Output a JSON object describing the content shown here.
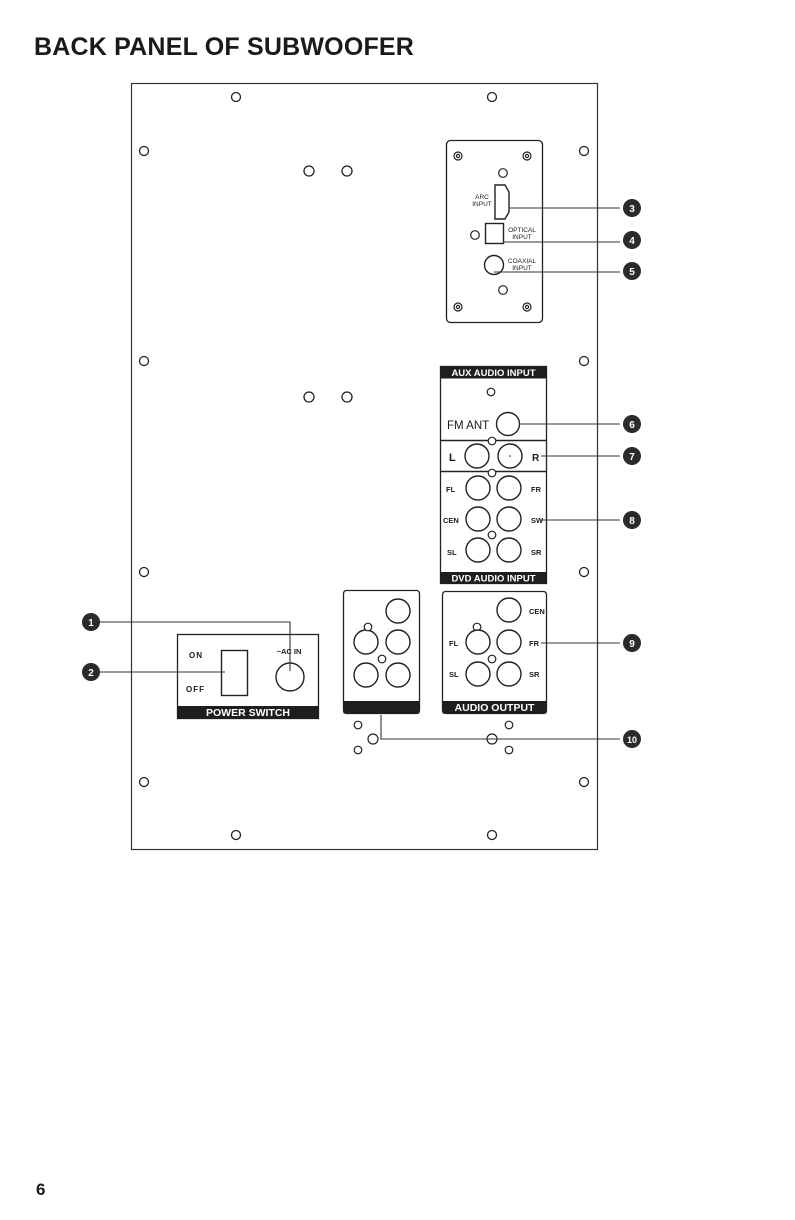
{
  "title": "BACK PANEL OF SUBWOOFER",
  "page_number": "6",
  "colors": {
    "ink": "#1a1a1a",
    "line": "#333333",
    "bubble": "#2b2b2b",
    "bubble_text": "#ffffff"
  },
  "hdmi_panel": {
    "arc_label_1": "ARC",
    "arc_label_2": "INPUT",
    "optical_label_1": "OPTICAL",
    "optical_label_2": "INPUT",
    "coaxial_label_1": "COAXIAL",
    "coaxial_label_2": "INPUT"
  },
  "aux_panel": {
    "header": "AUX AUDIO INPUT",
    "fm_label": "FM  ANT",
    "left_label": "L",
    "right_label": "R",
    "fl": "FL",
    "fr": "FR",
    "cen": "CEN",
    "sw": "SW",
    "sl": "SL",
    "sr": "SR",
    "footer": "DVD AUDIO INPUT"
  },
  "output_panel": {
    "cen": "CEN",
    "fl": "FL",
    "fr": "FR",
    "sl": "SL",
    "sr": "SR",
    "footer": "AUDIO OUTPUT"
  },
  "power_panel": {
    "on": "ON",
    "off": "OFF",
    "ac_in": "~AC IN",
    "footer": "POWER SWITCH"
  },
  "callouts": [
    "1",
    "2",
    "3",
    "4",
    "5",
    "6",
    "7",
    "8",
    "9",
    "10"
  ]
}
